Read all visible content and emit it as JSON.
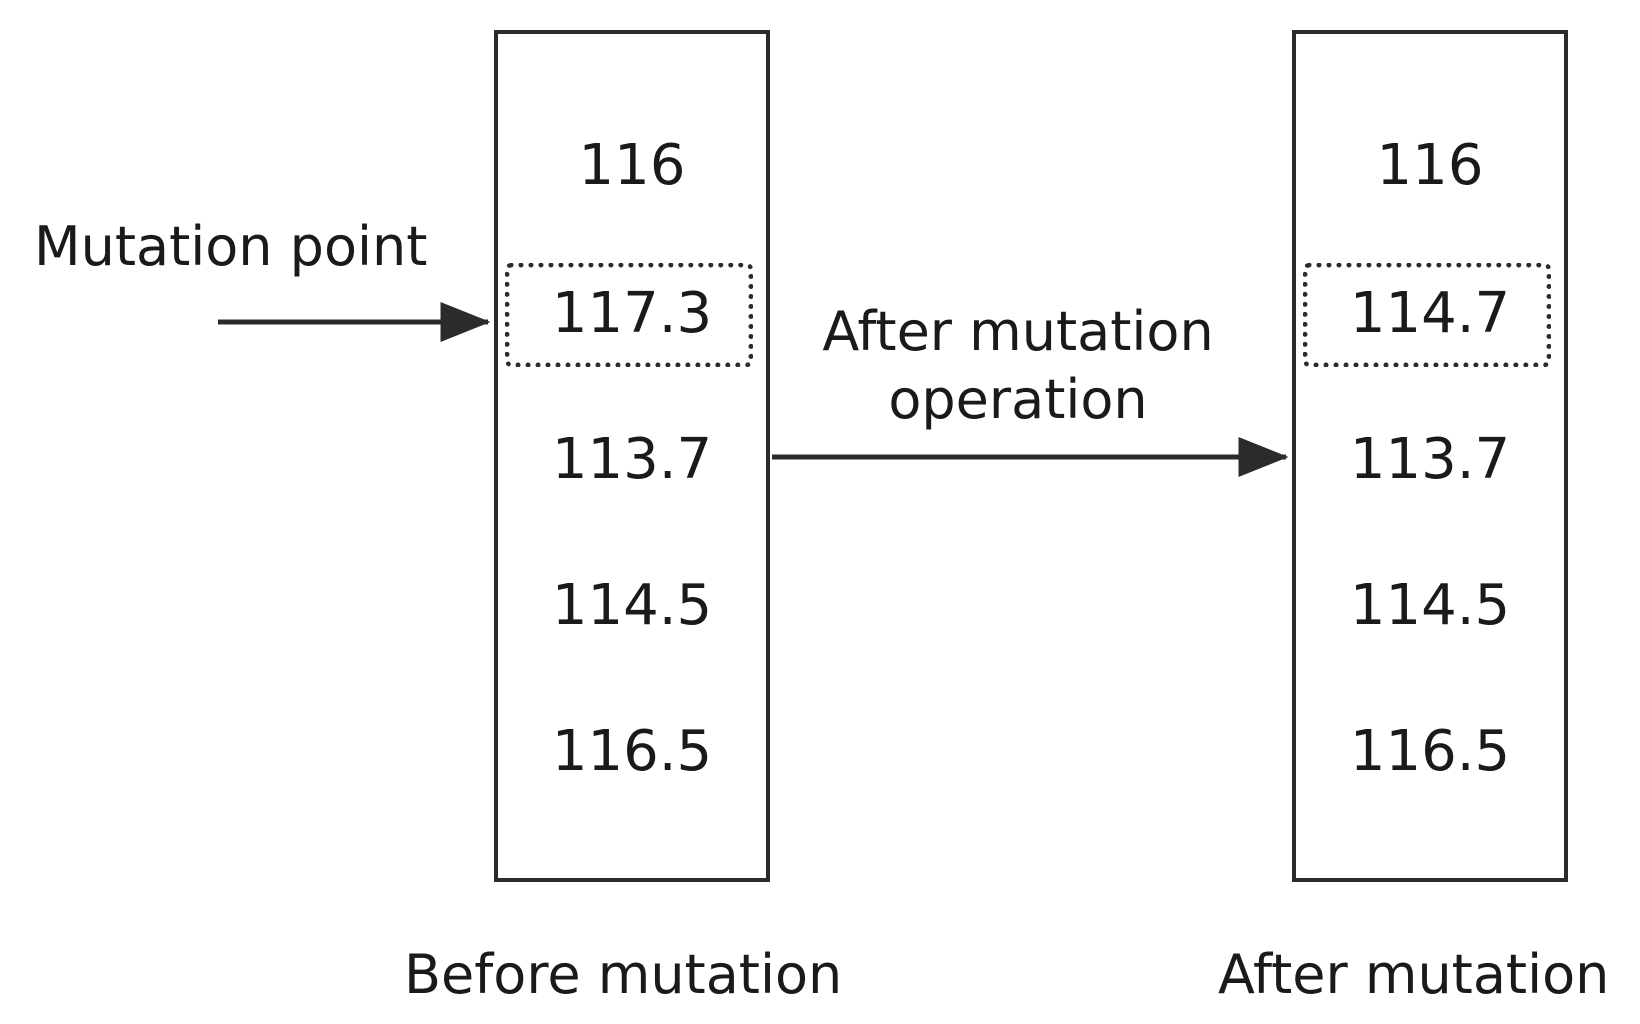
{
  "mutation_point_label": "Mutation point",
  "operation_label": {
    "line1": "After mutation",
    "line2": "operation"
  },
  "before": {
    "caption": "Before mutation",
    "values": [
      "116",
      "117.3",
      "113.7",
      "114.5",
      "116.5"
    ],
    "highlighted_index": 1
  },
  "after": {
    "caption": "After mutation",
    "values": [
      "116",
      "114.7",
      "113.7",
      "114.5",
      "116.5"
    ],
    "highlighted_index": 1
  }
}
